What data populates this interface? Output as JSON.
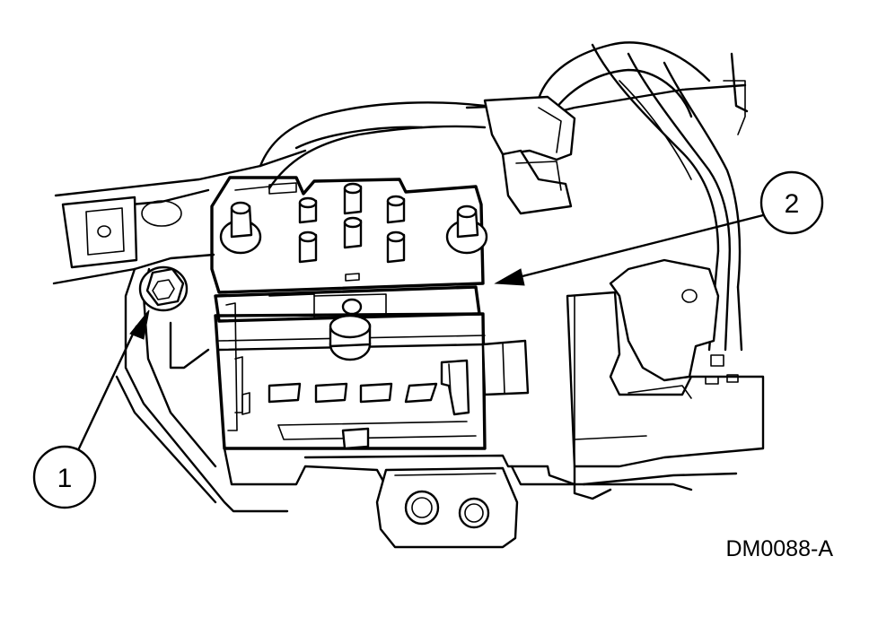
{
  "callouts": [
    {
      "label": "1"
    },
    {
      "label": "2"
    }
  ],
  "figure_id": "DM0088-A"
}
